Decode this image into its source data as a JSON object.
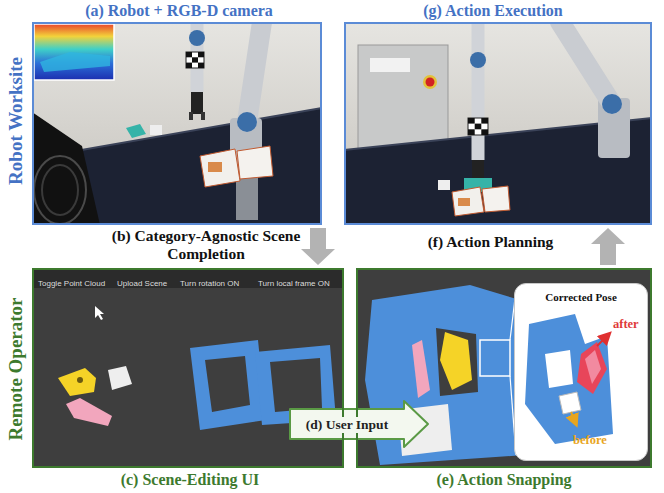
{
  "diagram": {
    "nodes": [
      {
        "text": [
          "(a) Robot + RGB-D camera"
        ]
      },
      {
        "text": [
          "(g) Action Execution"
        ]
      },
      {
        "text": [
          "(c) Scene-Editing UI"
        ]
      },
      {
        "text": [
          "(e) Action Snapping"
        ]
      },
      {
        "text": [
          "Corrected Pose",
          "after",
          "before"
        ],
        "in": 3
      }
    ],
    "edges": [
      {
        "from": 0,
        "to": 2,
        "arrow": "to",
        "label": "(b) Category-Agnostic Scene Completion"
      },
      {
        "from": 2,
        "to": 3,
        "arrow": "to",
        "label": "(d) User Input"
      },
      {
        "from": 3,
        "to": 1,
        "arrow": "to",
        "label": "(f) Action Planning"
      }
    ],
    "labels": [
      "Robot Worksite",
      "Remote Operator",
      "Toggle Point Cloud",
      "Upload Scene",
      "Turn rotation ON",
      "Turn local frame ON"
    ]
  }
}
